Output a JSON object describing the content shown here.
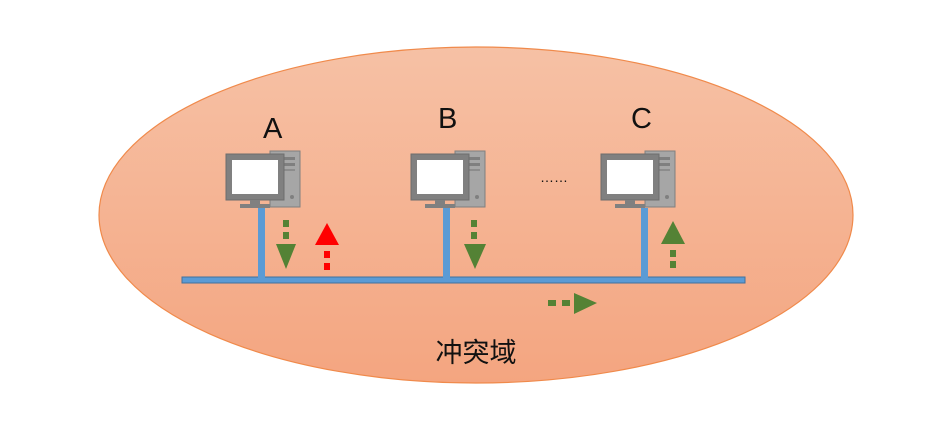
{
  "diagram": {
    "domain_label": "冲突域",
    "ellipsis": "……",
    "nodes": [
      {
        "id": "A",
        "label": "A"
      },
      {
        "id": "B",
        "label": "B"
      },
      {
        "id": "C",
        "label": "C"
      }
    ],
    "colors": {
      "domain_fill_top": "#f6c1a5",
      "domain_fill_bottom": "#f4a580",
      "domain_stroke": "#f08a4b",
      "bus": "#5b9bd5",
      "bus_stroke": "#41719c",
      "signal_green": "#548235",
      "signal_red": "#ff0000"
    }
  }
}
